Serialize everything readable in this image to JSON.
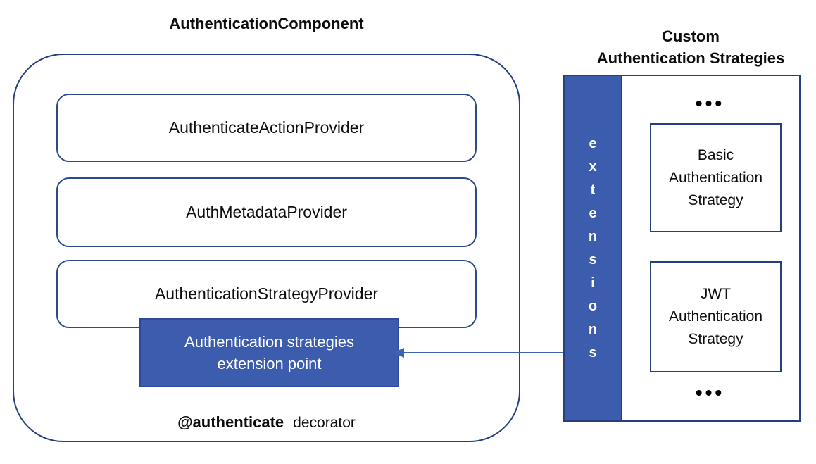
{
  "component": {
    "title": "AuthenticationComponent",
    "providers": [
      "AuthenticateActionProvider",
      "AuthMetadataProvider",
      "AuthenticationStrategyProvider"
    ],
    "extension_point": {
      "line1": "Authentication strategies",
      "line2": "extension point"
    },
    "decorator": {
      "name": "@authenticate",
      "suffix": "decorator"
    }
  },
  "custom": {
    "title_line1": "Custom",
    "title_line2": "Authentication Strategies",
    "extensions_word": "extensions",
    "extensions_letters": [
      "e",
      "x",
      "t",
      "e",
      "n",
      "s",
      "i",
      "o",
      "n",
      "s"
    ],
    "ellipsis": "•••",
    "strategies": [
      {
        "line1": "Basic",
        "line2": "Authentication",
        "line3": "Strategy"
      },
      {
        "line1": "JWT",
        "line2": "Authentication",
        "line3": "Strategy"
      }
    ]
  },
  "colors": {
    "outline_navy": "#243F7C",
    "accent_blue": "#3C5CAE",
    "arrow_blue": "#3E64B0",
    "text_dark": "#0d0d0d",
    "text_light": "#FFFFFF"
  }
}
